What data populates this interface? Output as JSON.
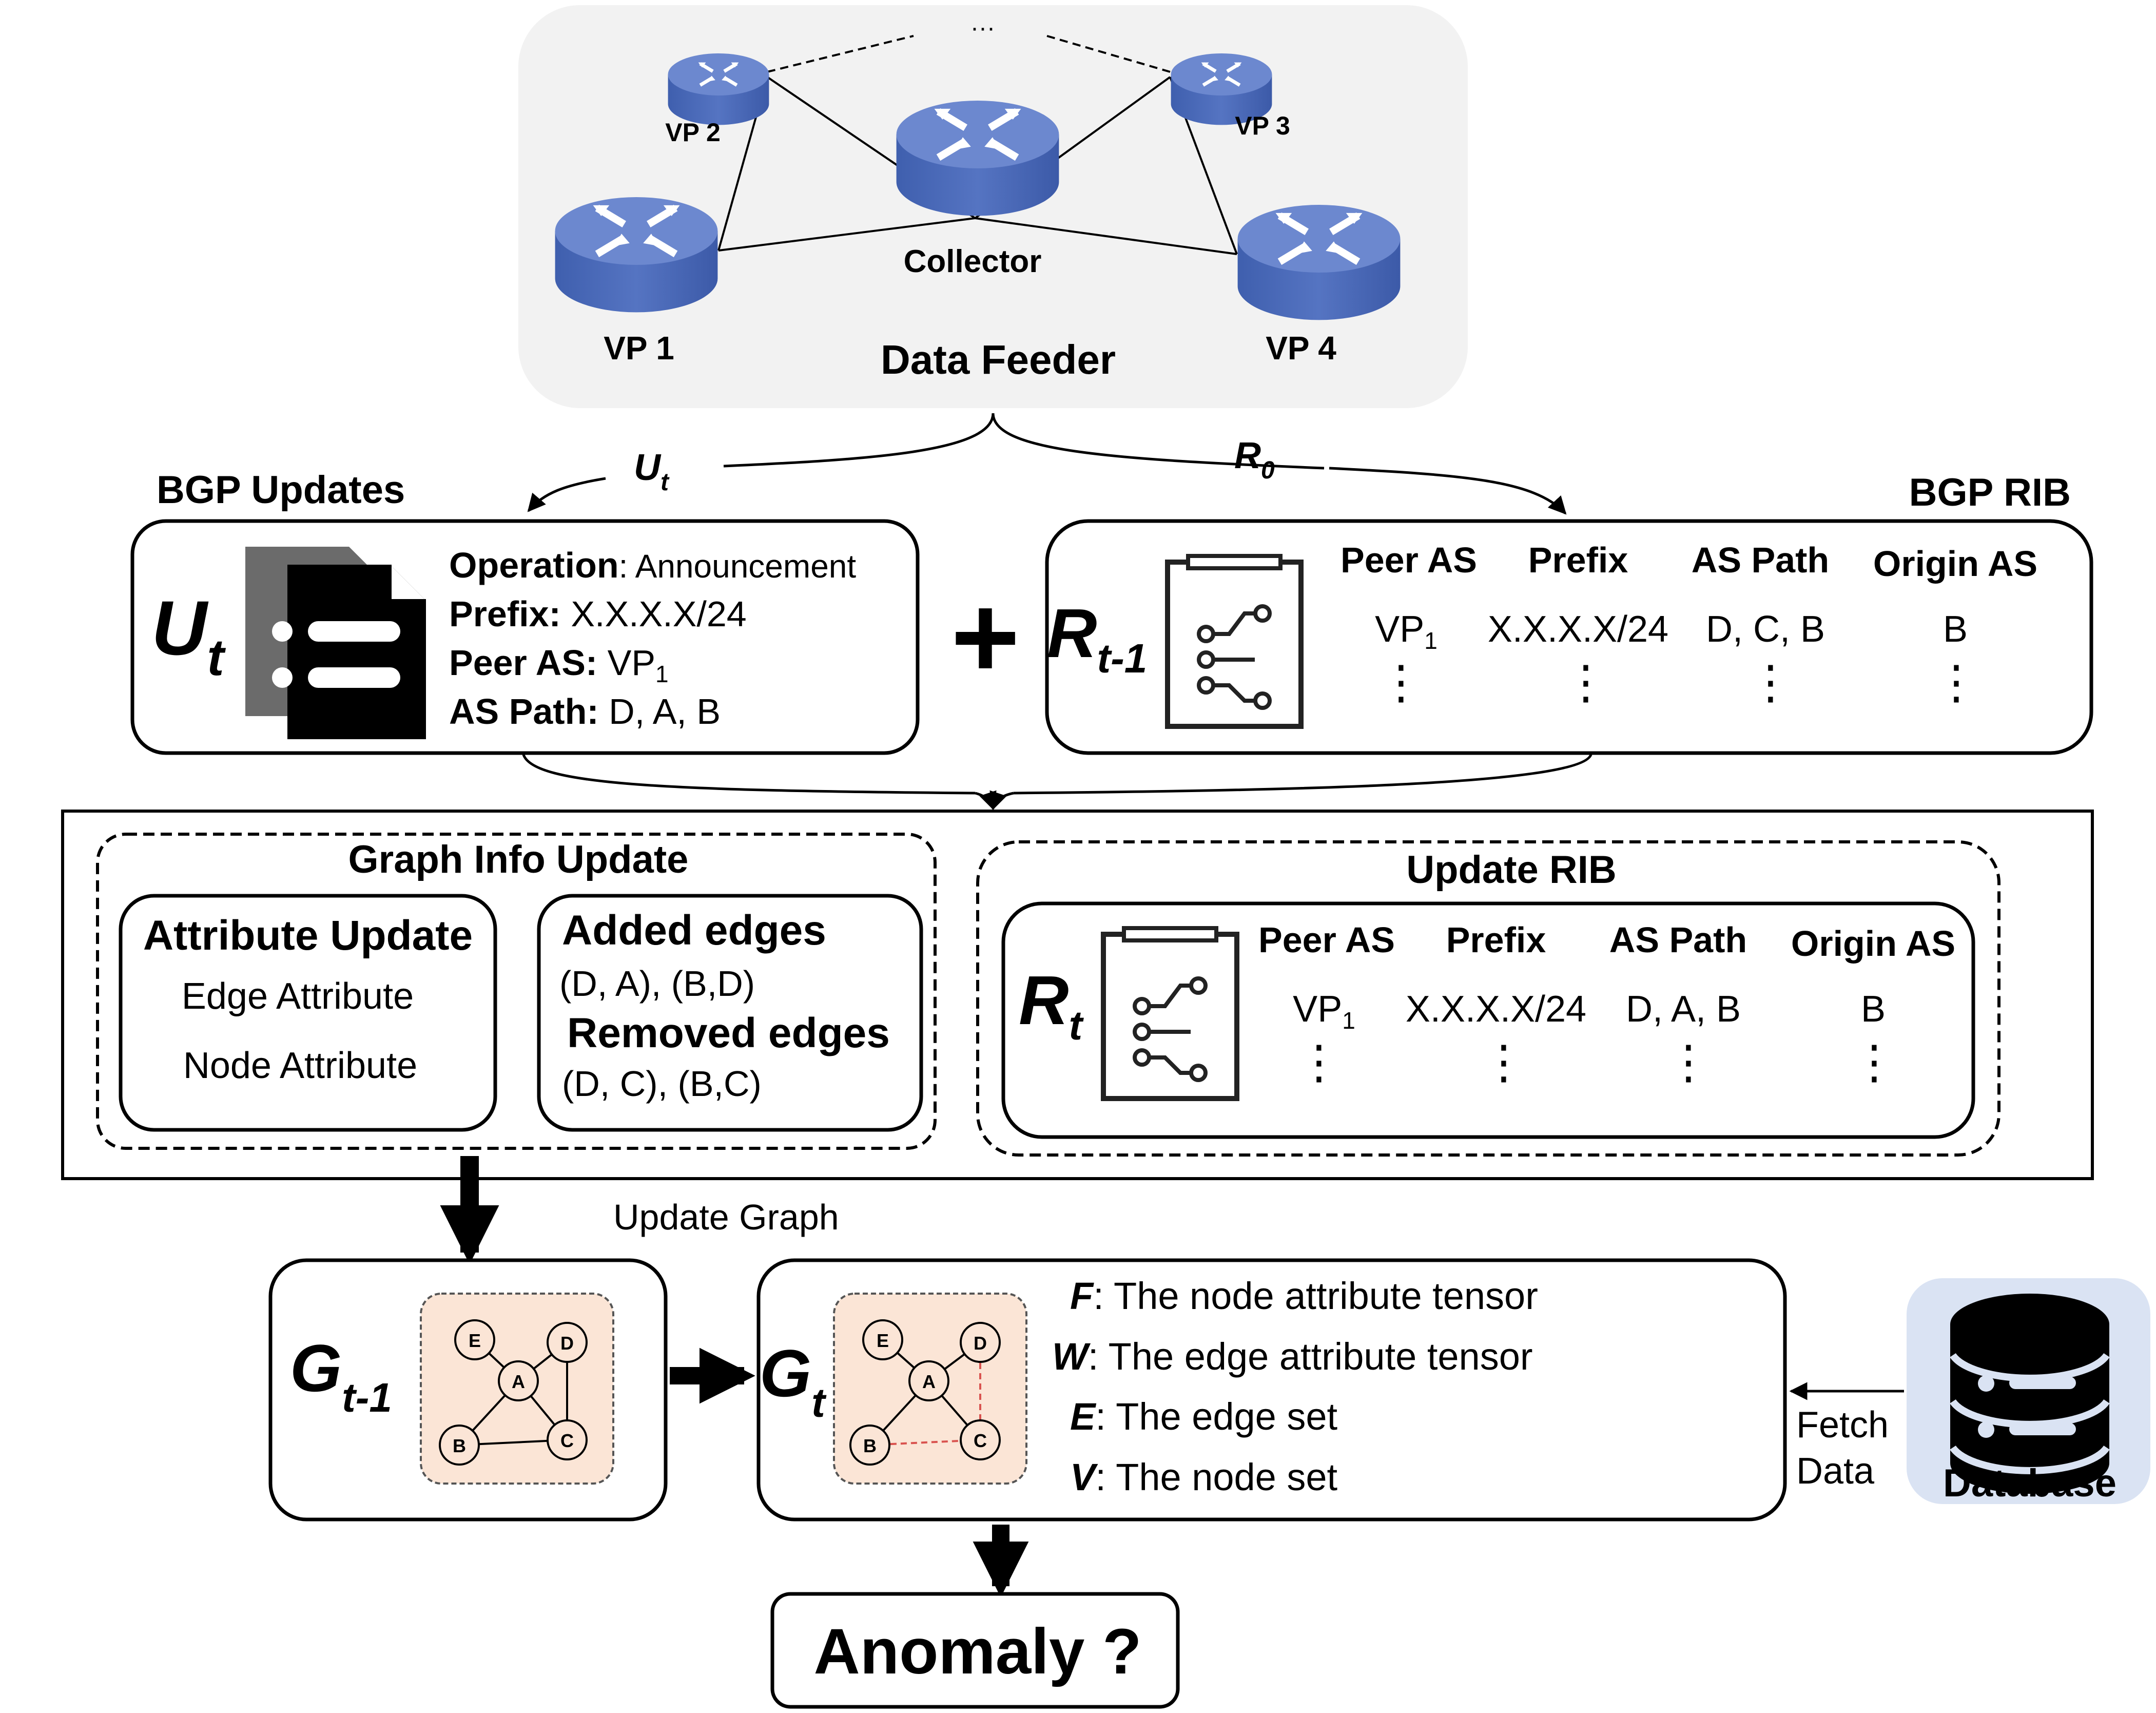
{
  "data_feeder": {
    "label": "Data Feeder",
    "collector_label": "Collector",
    "vp_labels": [
      "VP 1",
      "VP 2",
      "VP 3",
      "VP 4"
    ],
    "ellipsis": "···",
    "router_color": "#5b79c5",
    "panel_color": "#f2f2f2"
  },
  "flow": {
    "u_label": "U",
    "u_sub": "t",
    "r0_label": "R",
    "r0_sub": "0"
  },
  "bgp_updates": {
    "title": "BGP Updates",
    "symbol": "U",
    "symbol_sub": "t",
    "operation_key": "Operation",
    "operation_value": ": Announcement",
    "prefix_key": "Prefix:",
    "prefix_value": " X.X.X.X/24",
    "peer_key": "Peer AS:",
    "peer_value": " VP",
    "peer_sub": "1",
    "path_key": "AS Path:",
    "path_value": " D, A, B"
  },
  "plus": "+",
  "bgp_rib": {
    "title": "BGP RIB",
    "symbol": "R",
    "symbol_sub": "t-1",
    "headers": [
      "Peer AS",
      "Prefix",
      "AS Path",
      "Origin AS"
    ],
    "row": {
      "peer": "VP",
      "peer_sub": "1",
      "prefix": "X.X.X.X/24",
      "path": "D, C, B",
      "origin": "B"
    },
    "more": "⋮"
  },
  "graph_info": {
    "title": "Graph Info Update",
    "attr_title": "Attribute Update",
    "edge_attr": "Edge Attribute",
    "node_attr": "Node Attribute",
    "added_title": "Added edges",
    "added_value": "(D, A), (B,D)",
    "removed_title": "Removed edges",
    "removed_value": "(D, C), (B,C)"
  },
  "update_rib": {
    "title": "Update RIB",
    "symbol": "R",
    "symbol_sub": "t",
    "headers": [
      "Peer AS",
      "Prefix",
      "AS Path",
      "Origin AS"
    ],
    "row": {
      "peer": "VP",
      "peer_sub": "1",
      "prefix": "X.X.X.X/24",
      "path": "D, A, B",
      "origin": "B"
    },
    "more": "⋮"
  },
  "update_graph_label": "Update Graph",
  "graph_prev": {
    "symbol": "G",
    "symbol_sub": "t-1"
  },
  "graph_curr": {
    "symbol": "G",
    "symbol_sub": "t"
  },
  "graph_nodes": [
    "A",
    "B",
    "C",
    "D",
    "E"
  ],
  "graph_panel_color": "#fbe5d6",
  "tensors": [
    {
      "key": "F",
      "text": ": The node attribute tensor"
    },
    {
      "key": "W",
      "text": ": The edge attribute tensor"
    },
    {
      "key": "E",
      "text": ": The edge set"
    },
    {
      "key": "V",
      "text": ": The node set"
    }
  ],
  "fetch_data": [
    "Fetch",
    "Data"
  ],
  "database": {
    "label": "Database",
    "panel_color": "#dae3f3"
  },
  "result": "Anomaly ?"
}
